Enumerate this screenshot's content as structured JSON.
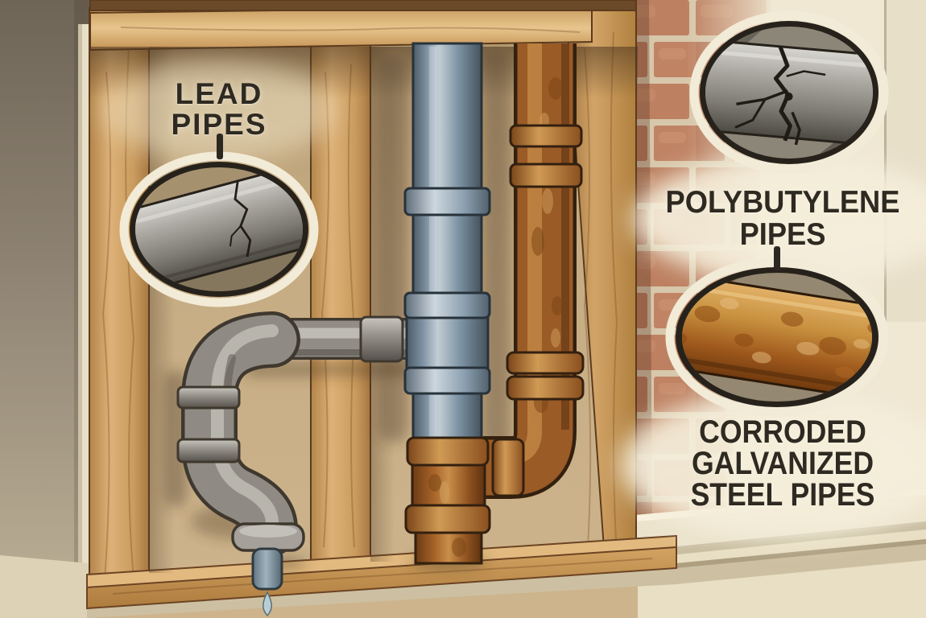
{
  "labels": {
    "lead": "LEAD\nPIPES",
    "polybutylene": "POLYBUTYLENE\nPIPES",
    "galvanized": "CORRODED\nGALVANIZED\nSTEEL PIPES"
  },
  "callouts": [
    {
      "name": "cracked-lead-pipe-closeup"
    },
    {
      "name": "cracked-polybutylene-pipe-closeup"
    },
    {
      "name": "corroded-galvanized-steel-pipe-closeup"
    }
  ],
  "colors": {
    "label_text": "#2e2a22",
    "lead_pipe_gray": "#918d86",
    "polybutylene_blue": "#8fa2b1",
    "galvanized_rust": "#9a5b27",
    "wood_stud": "#c99a5f",
    "brick": "#bd8061",
    "mortar": "#d7c7ab",
    "interior_wall_tan": "#c3a87f",
    "exterior_wall_left": "#8d8272",
    "background_wall_cream": "#f0e8d3",
    "floor": "#e8dfc4",
    "callout_ring_outer": "#f2ebd7",
    "callout_ring_dark": "#26221b"
  }
}
